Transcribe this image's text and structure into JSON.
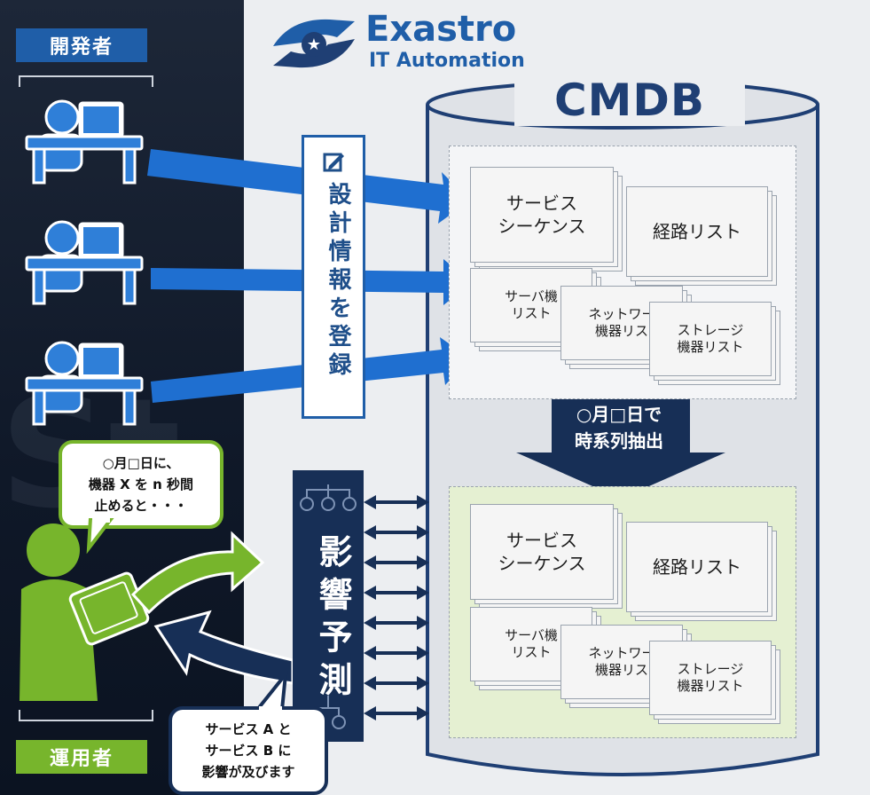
{
  "roles": {
    "developer": "開発者",
    "operator": "運用者"
  },
  "logo": {
    "name": "Exastro",
    "subtitle": "IT Automation"
  },
  "cmdb": {
    "title": "CMDB"
  },
  "input_label": "設計情報を登録",
  "impact_label": "影響予測",
  "extract_label": {
    "line1": "○月□日で",
    "line2": "時系列抽出"
  },
  "top_zone": {
    "cards": [
      {
        "lines": [
          "サービス",
          "シーケンス"
        ]
      },
      {
        "lines": [
          "経路リスト"
        ]
      },
      {
        "lines": [
          "サーバ機",
          "リスト"
        ]
      },
      {
        "lines": [
          "ネットワー",
          "機器リス"
        ]
      },
      {
        "lines": [
          "ストレージ",
          "機器リスト"
        ]
      }
    ]
  },
  "bottom_zone": {
    "cards": [
      {
        "lines": [
          "サービス",
          "シーケンス"
        ]
      },
      {
        "lines": [
          "経路リスト"
        ]
      },
      {
        "lines": [
          "サーバ機",
          "リスト"
        ]
      },
      {
        "lines": [
          "ネットワー",
          "機器リス"
        ]
      },
      {
        "lines": [
          "ストレージ",
          "機器リスト"
        ]
      }
    ]
  },
  "bubbles": {
    "question": [
      "○月□日に、",
      "機器 X を n 秒間",
      "止めると・・・"
    ],
    "answer": [
      "サービス A と",
      "サービス B に",
      "影響が及びます"
    ]
  },
  "colors": {
    "blue": "#1f5ea8",
    "navy": "#172f56",
    "green": "#77b52c",
    "bg_dark": "#0c1424",
    "panel": "#eceef1"
  },
  "icons": [
    "developer-icon",
    "operator-icon",
    "edit-icon",
    "network-icon",
    "exastro-logo-icon"
  ]
}
